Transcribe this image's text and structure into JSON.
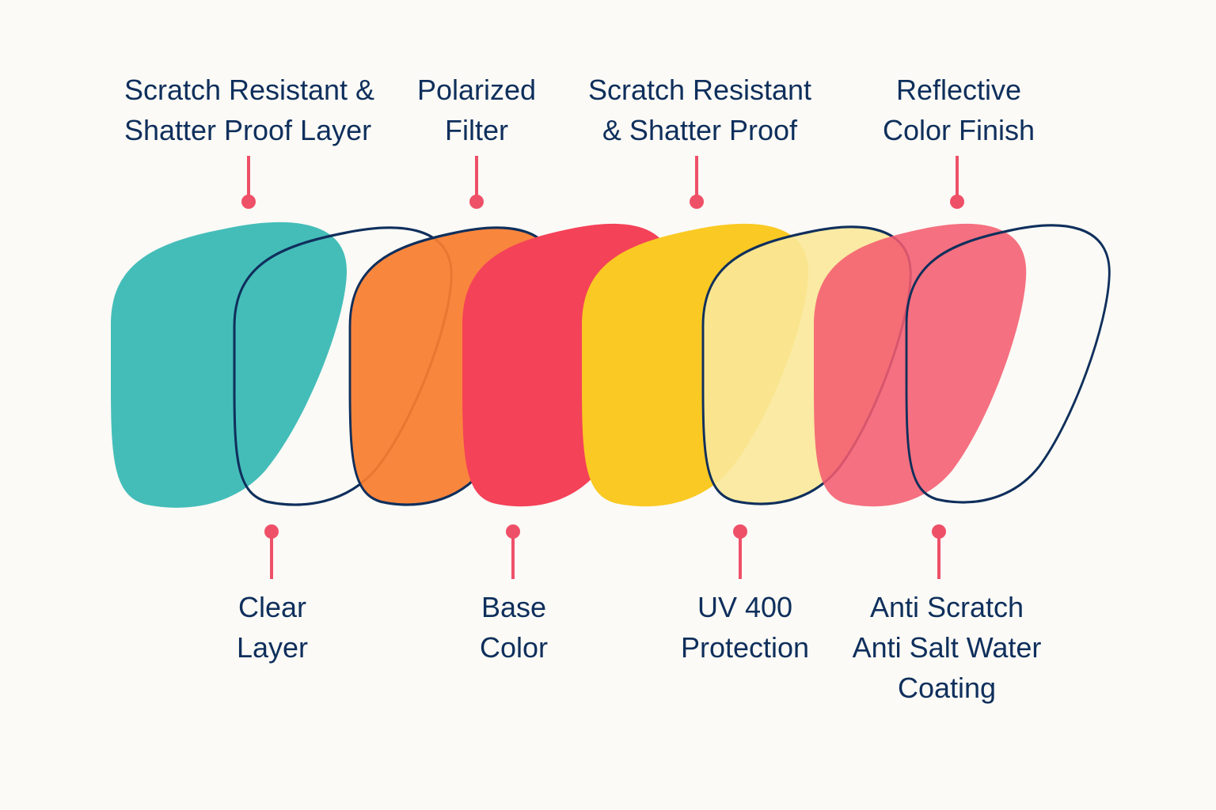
{
  "colors": {
    "text": "#0f2f5c",
    "pin": "#ee5068",
    "outline": "#0f2f5c",
    "teal": "#44bdb9",
    "orange": "#f97d2e",
    "red": "#f44258",
    "yellow": "#fac923",
    "light_yellow": "#fae89a",
    "pink": "#f45c6f"
  },
  "top_labels": [
    {
      "lines": [
        "Scratch Resistant &",
        "Shatter Proof Layer"
      ]
    },
    {
      "lines": [
        "Polarized",
        "Filter"
      ]
    },
    {
      "lines": [
        "Scratch Resistant",
        "& Shatter Proof"
      ]
    },
    {
      "lines": [
        "Reflective",
        "Color Finish"
      ]
    }
  ],
  "bottom_labels": [
    {
      "lines": [
        "Clear",
        "Layer"
      ]
    },
    {
      "lines": [
        "Base",
        "Color"
      ]
    },
    {
      "lines": [
        "UV 400",
        "Protection"
      ]
    },
    {
      "lines": [
        "Anti Scratch",
        "Anti Salt Water",
        "Coating"
      ]
    }
  ]
}
